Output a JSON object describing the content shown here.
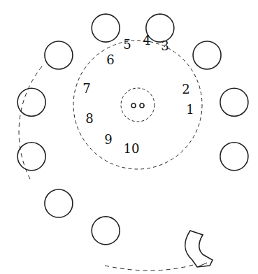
{
  "diagram": {
    "labels": [
      "5",
      "4",
      "3",
      "6",
      "2",
      "7",
      "1",
      "8",
      "9",
      "10"
    ]
  }
}
